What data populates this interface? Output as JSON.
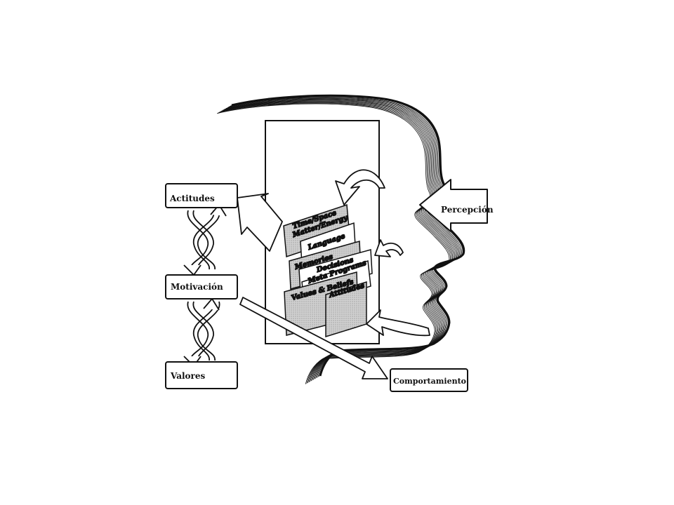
{
  "labels": {
    "actitudes": "Actitudes",
    "motivacion": "Motivación",
    "valores": "Valores",
    "percepcion": "Percepción",
    "comportamiento": "Comportamiento"
  },
  "cards": {
    "time_space": "Time/Space",
    "matter_energy": "Matter/Energy",
    "language": "Language",
    "memories": "Memories",
    "decisions": "Decisions",
    "meta_programs": "Meta Programs",
    "values_beliefs": "Values & Beliefs",
    "attitudes": "Attitudes"
  },
  "colors": {
    "ink": "#111111",
    "card_fill": "#c8c8c8",
    "paper": "#ffffff"
  }
}
